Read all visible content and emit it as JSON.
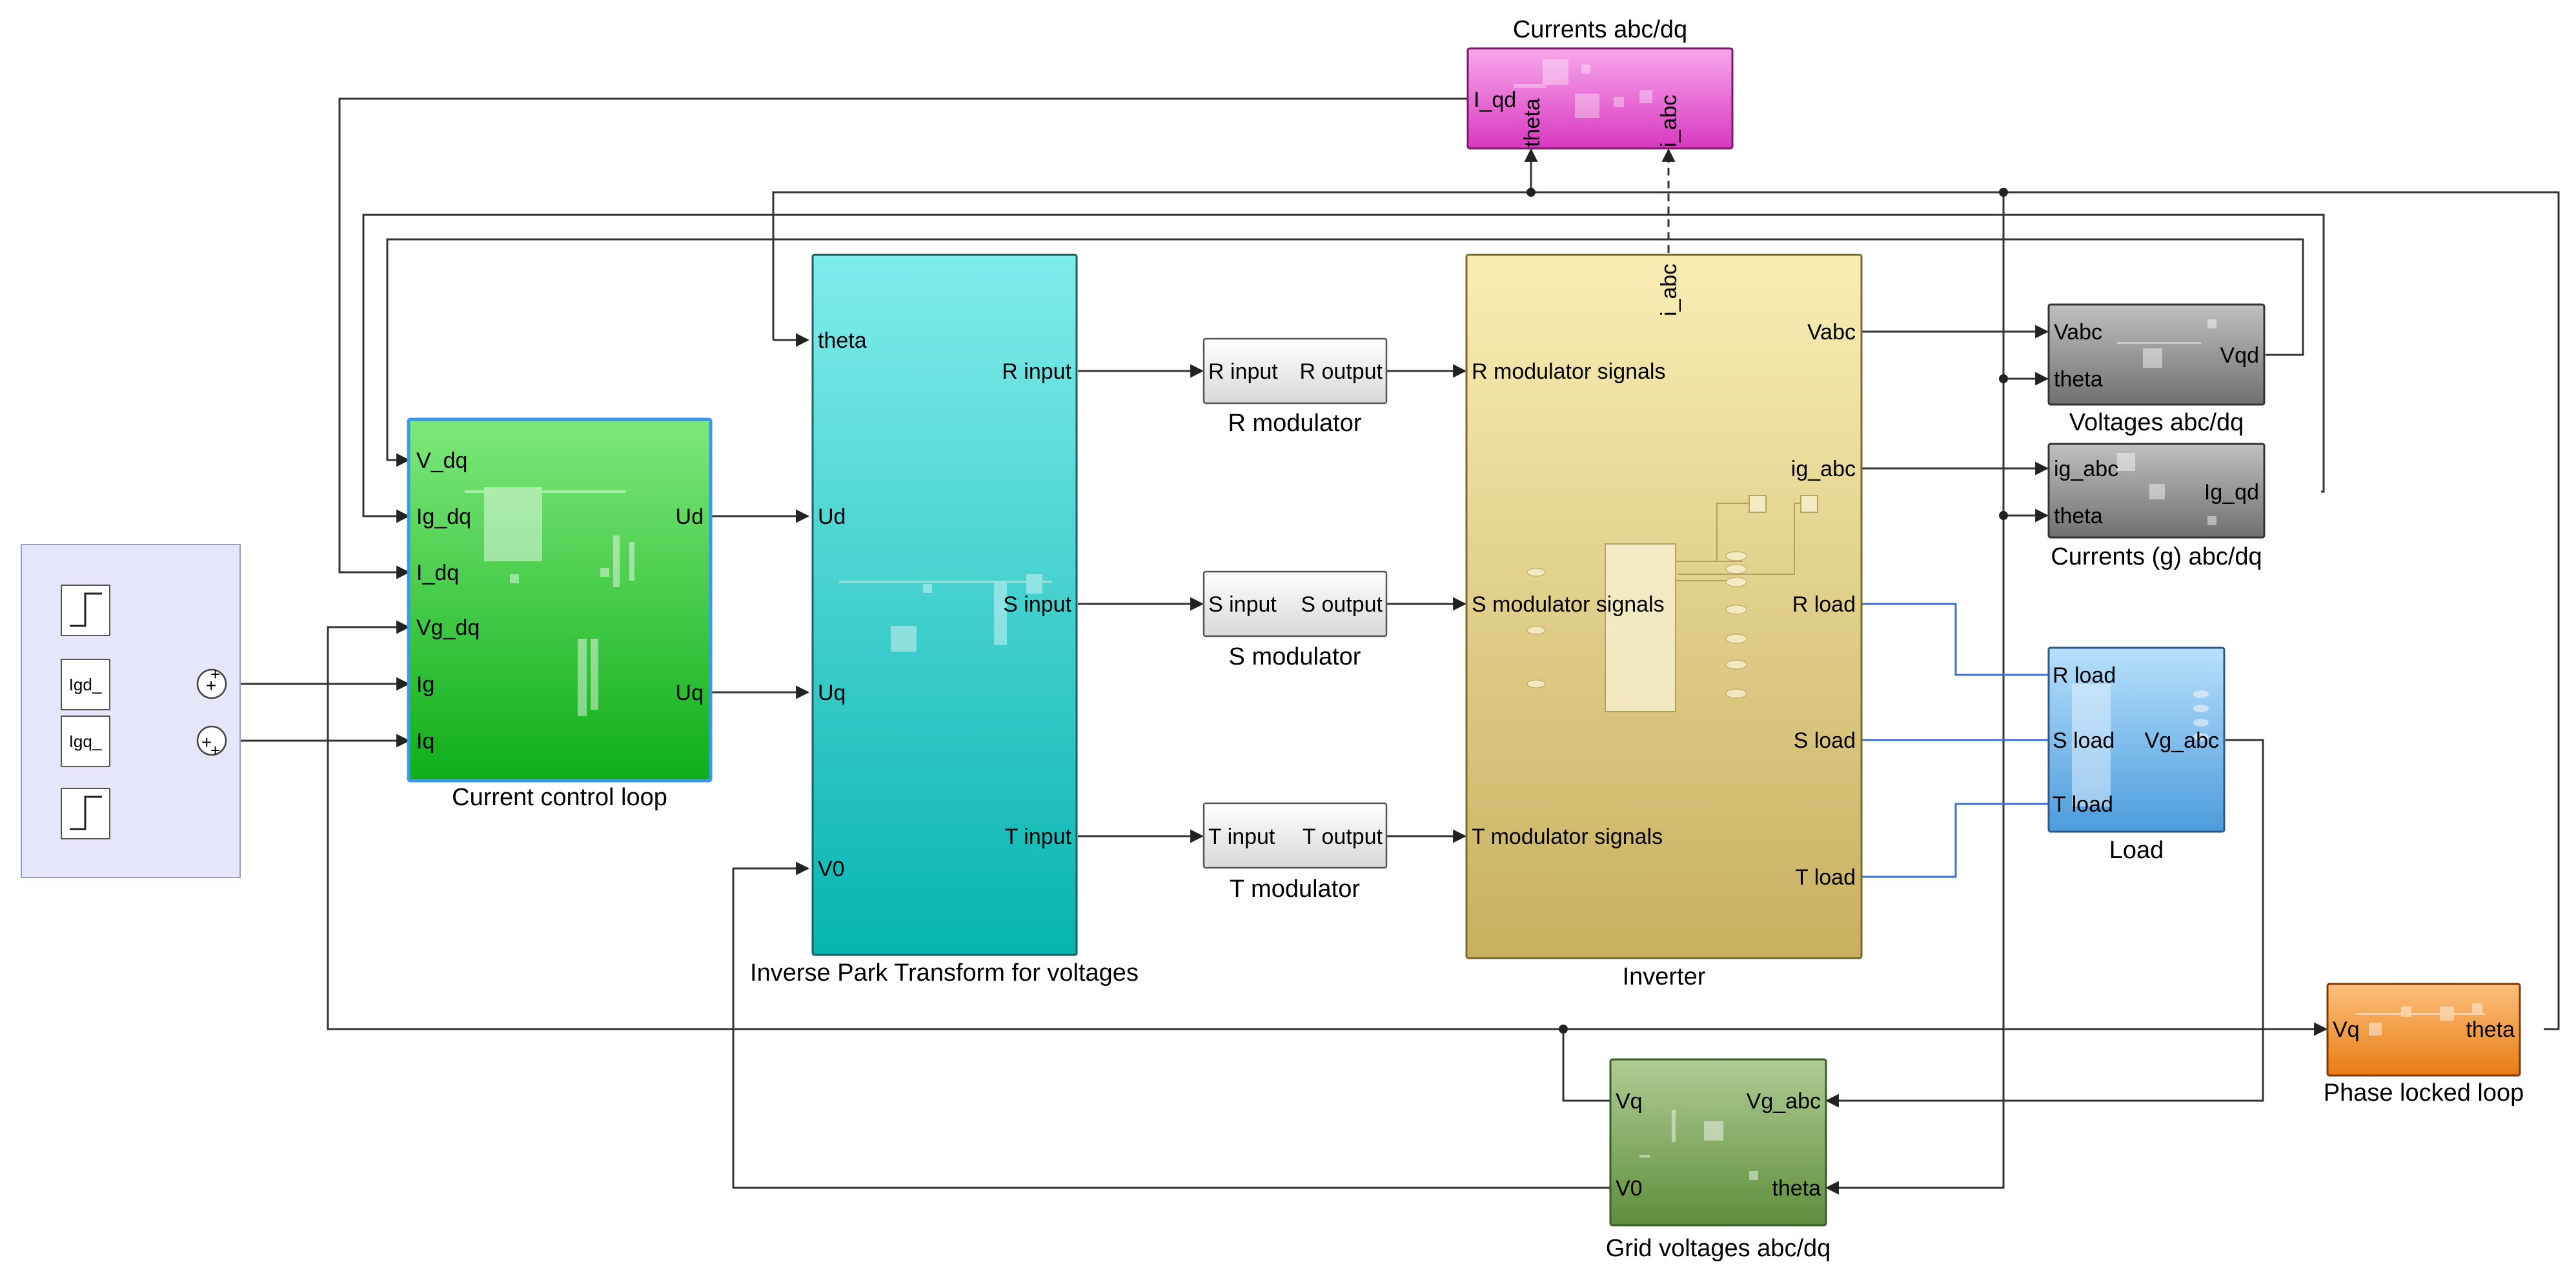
{
  "blocks": {
    "currents_abcdq": {
      "caption": "Currents abc/dq",
      "in_i_qd": "I_qd",
      "in_theta": "theta",
      "in_i_abc": "i_abc"
    },
    "current_control": {
      "caption": "Current control loop",
      "in_v_dq": "V_dq",
      "in_ig_dq": "Ig_dq",
      "in_i_dq": "I_dq",
      "in_vg_dq": "Vg_dq",
      "in_ig": "Ig",
      "in_iq": "Iq",
      "out_ud": "Ud",
      "out_uq": "Uq"
    },
    "inverse_park": {
      "caption": "Inverse Park Transform for voltages",
      "in_theta": "theta",
      "in_ud": "Ud",
      "in_uq": "Uq",
      "in_v0": "V0",
      "out_r": "R input",
      "out_s": "S input",
      "out_t": "T input"
    },
    "r_mod": {
      "caption": "R modulator",
      "in": "R input",
      "out": "R output"
    },
    "s_mod": {
      "caption": "S modulator",
      "in": "S input",
      "out": "S output"
    },
    "t_mod": {
      "caption": "T modulator",
      "in": "T input",
      "out": "T output"
    },
    "inverter": {
      "caption": "Inverter",
      "in_r": "R modulator signals",
      "in_s": "S modulator signals",
      "in_t": "T modulator signals",
      "top_i_abc": "i_abc",
      "out_vabc": "Vabc",
      "out_ig_abc": "ig_abc",
      "out_r_load": "R load",
      "out_s_load": "S load",
      "out_t_load": "T load"
    },
    "voltages_abcdq": {
      "caption": "Voltages abc/dq",
      "in_vabc": "Vabc",
      "in_theta": "theta",
      "out_vqd": "Vqd"
    },
    "currents_g_abcdq": {
      "caption": "Currents (g) abc/dq",
      "in_ig_abc": "ig_abc",
      "in_theta": "theta",
      "out_ig_qd": "Ig_qd"
    },
    "load": {
      "caption": "Load",
      "in_r": "R load",
      "in_s": "S load",
      "in_t": "T load",
      "out_vg_abc": "Vg_abc"
    },
    "pll": {
      "caption": "Phase locked loop",
      "in_vq": "Vq",
      "out_theta": "theta"
    },
    "grid_voltages": {
      "caption": "Grid voltages abc/dq",
      "out_vq": "Vq",
      "out_v0": "V0",
      "in_vg_abc": "Vg_abc",
      "in_theta": "theta"
    },
    "source": {
      "igd": "Igd_",
      "igq": "Igq_"
    }
  },
  "colors": {
    "pink": "#e040c8",
    "green": "#3ec83e",
    "cyan": "#34cccc",
    "yellow": "#e8d890",
    "gray": "#8c8c8c",
    "blue": "#62aee8",
    "orange": "#f08c28",
    "olive": "#78a05a",
    "lavender": "#e6e6fa",
    "selection": "#3a9ae8"
  }
}
